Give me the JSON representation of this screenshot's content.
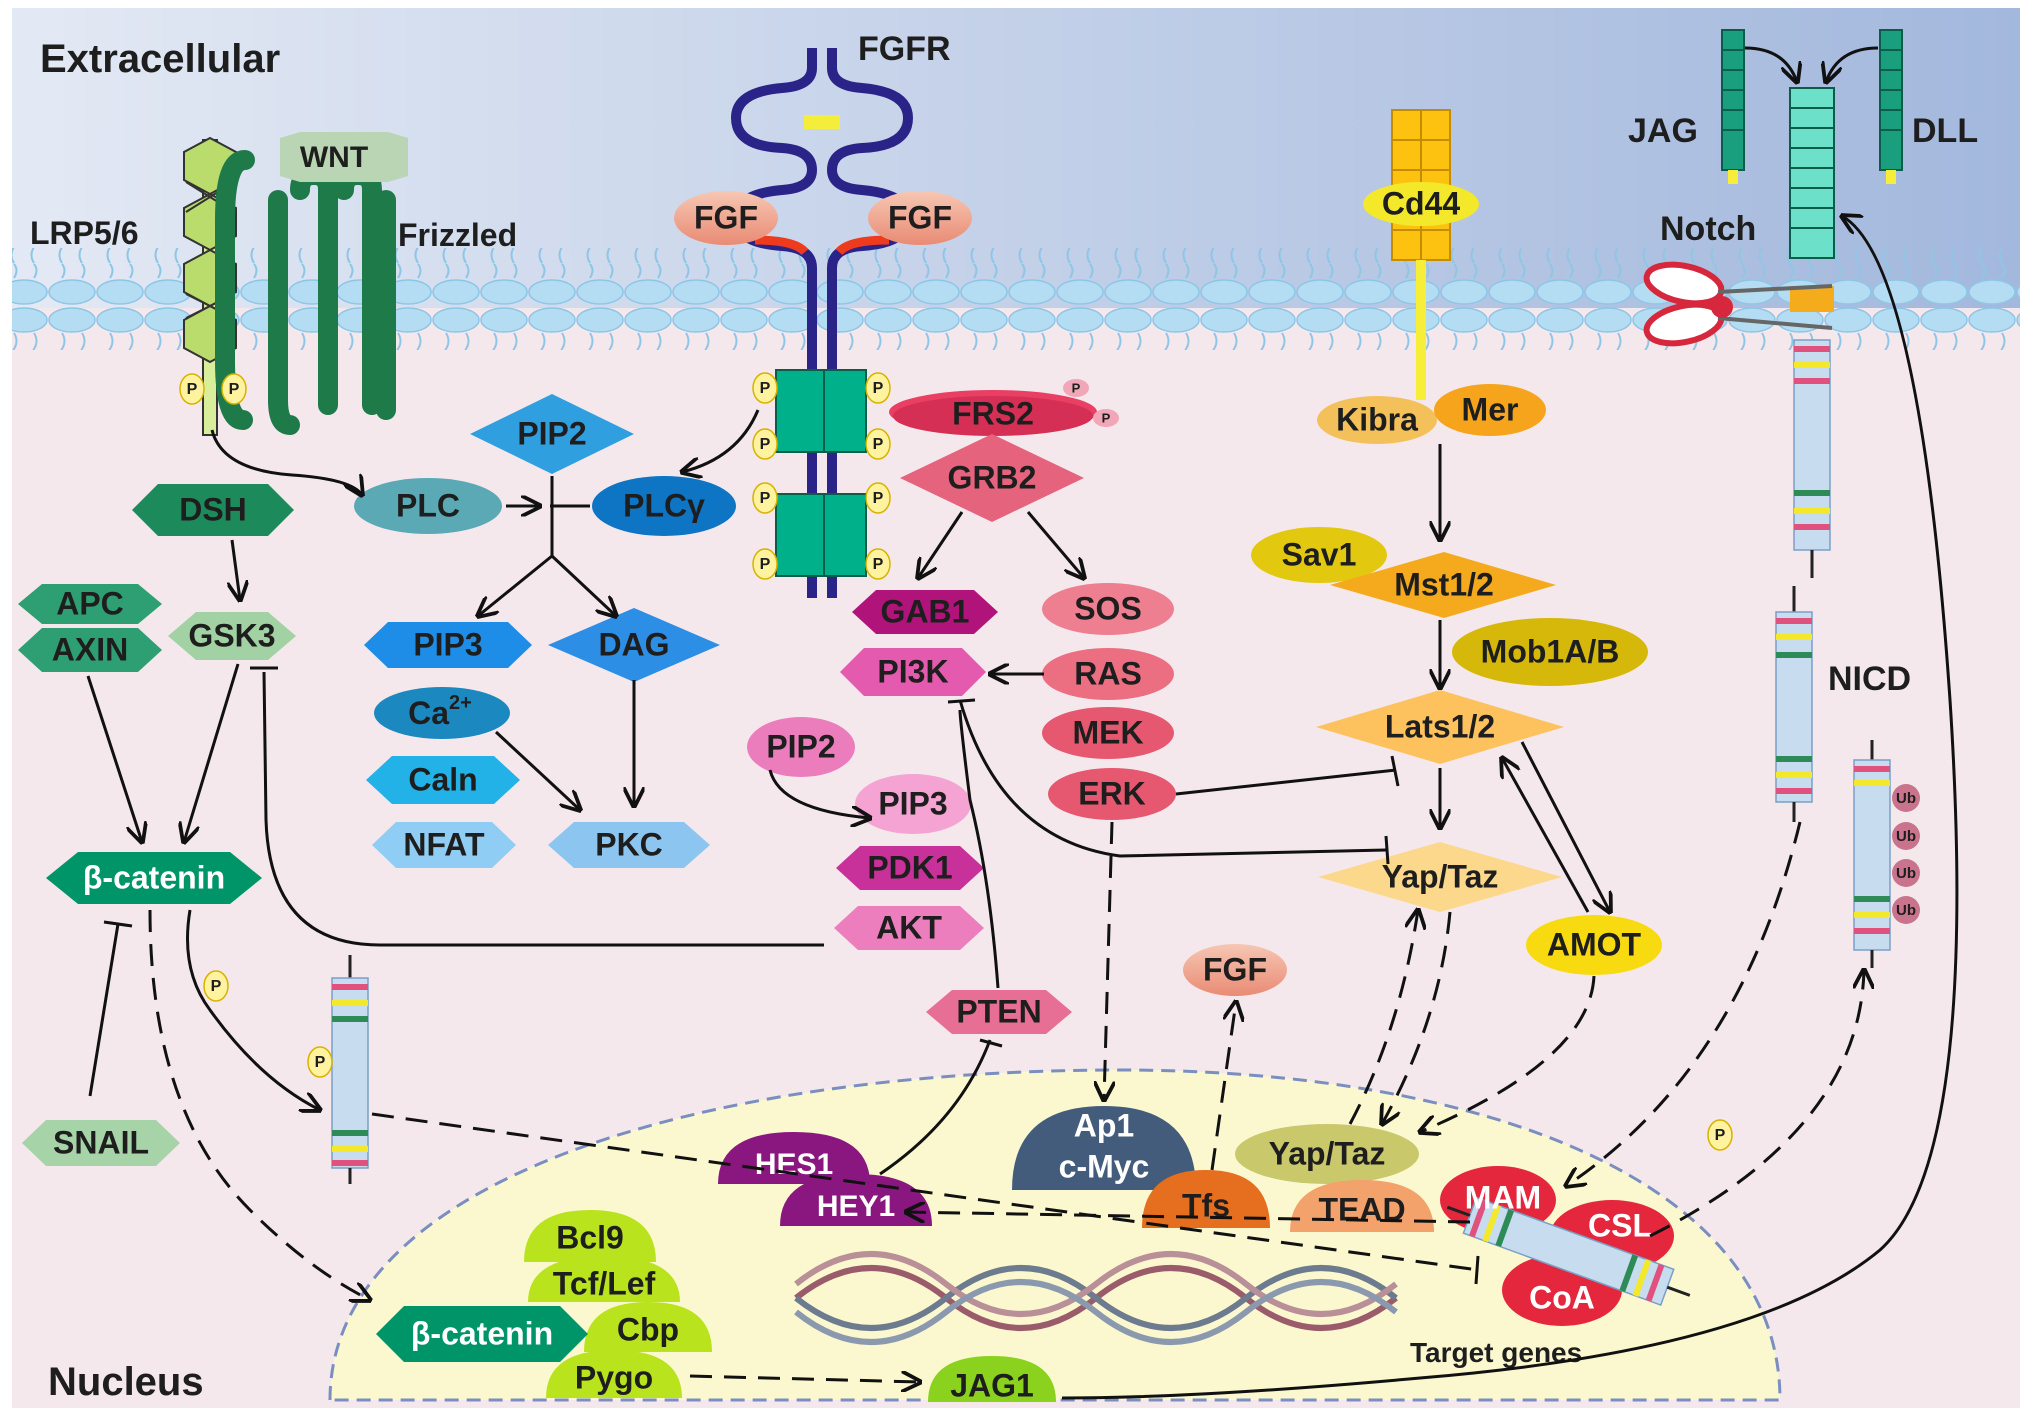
{
  "regions": {
    "extracellular": "Extracellular",
    "nucleus": "Nucleus"
  },
  "colors": {
    "extracellular_top": "#dfe6f2",
    "extracellular_bottom": "#9fb4da",
    "cytoplasm": "#f4e8ec",
    "nucleus": "#fbf8d0",
    "membrane": "#a8d8f0",
    "receptor": "#2a2388",
    "kinase_domain": "#00b08a"
  },
  "labels": {
    "lrp": "LRP5/6",
    "frizzled": "Frizzled",
    "fgfr": "FGFR",
    "jag_ligand": "JAG",
    "dll": "DLL",
    "notch": "Notch",
    "nicd": "NICD",
    "target_genes": "Target genes"
  },
  "phospho": "P",
  "ubiquitin": "Ub",
  "nodes": {
    "wnt": "WNT",
    "fgf_l": "FGF",
    "fgf_r": "FGF",
    "cd44": "Cd44",
    "pip2_a": "PIP2",
    "plc": "PLC",
    "plcg": "PLCγ",
    "dsh": "DSH",
    "apc": "APC",
    "axin": "AXIN",
    "gsk3": "GSK3",
    "pip3_a": "PIP3",
    "dag": "DAG",
    "ca_base": "Ca",
    "ca_sup": "2+",
    "caln": "Caln",
    "nfat": "NFAT",
    "pkc": "PKC",
    "bcat": "β-catenin",
    "snail": "SNAIL",
    "frs2": "FRS2",
    "grb2": "GRB2",
    "gab1": "GAB1",
    "pi3k": "PI3K",
    "sos": "SOS",
    "ras": "RAS",
    "mek": "MEK",
    "erk": "ERK",
    "pip2_b": "PIP2",
    "pip3_b": "PIP3",
    "pdk1": "PDK1",
    "akt": "AKT",
    "pten": "PTEN",
    "kibra": "Kibra",
    "mer": "Mer",
    "sav1": "Sav1",
    "mst": "Mst1/2",
    "mob": "Mob1A/B",
    "lats": "Lats1/2",
    "yap": "Yap/Taz",
    "amot": "AMOT",
    "fgf_c": "FGF",
    "ap1": "Ap1",
    "cmyc": "c-Myc",
    "hes1": "HES1",
    "hey1": "HEY1",
    "tfs": "Tfs",
    "yap_n": "Yap/Taz",
    "tead": "TEAD",
    "mam": "MAM",
    "csl": "CSL",
    "coa": "CoA",
    "bcl9": "Bcl9",
    "tcf": "Tcf/Lef",
    "cbp": "Cbp",
    "pygo": "Pygo",
    "bcat_n": "β-catenin",
    "jag1": "JAG1"
  }
}
